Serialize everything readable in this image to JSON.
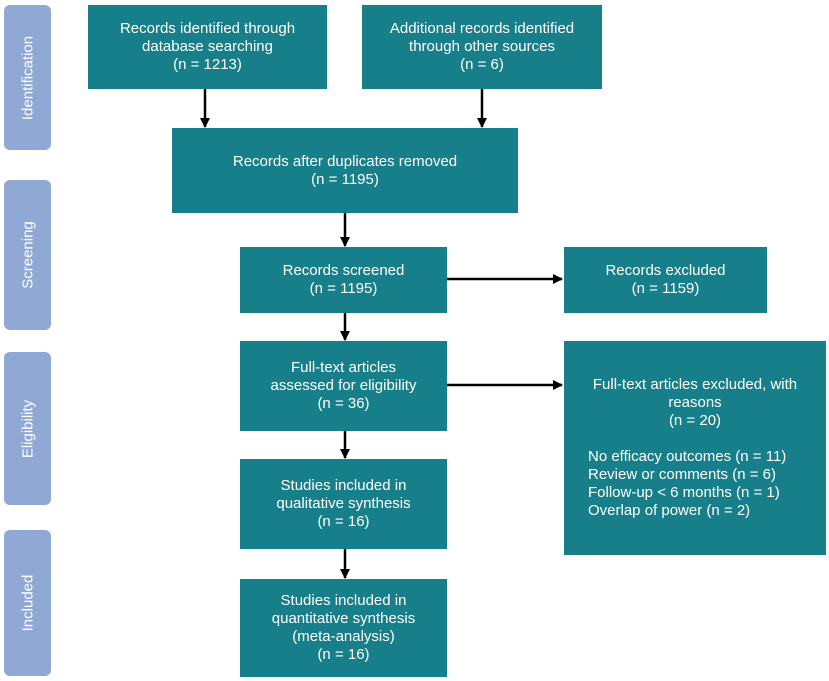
{
  "phases": [
    {
      "id": "identification",
      "label": "Identification"
    },
    {
      "id": "screening",
      "label": "Screening"
    },
    {
      "id": "eligibility",
      "label": "Eligibility"
    },
    {
      "id": "included",
      "label": "Included"
    }
  ],
  "boxes": {
    "db_search": [
      "Records identified through",
      "database searching",
      "(n = 1213)"
    ],
    "other_sources": [
      "Additional records identified",
      "through other sources",
      "(n = 6)"
    ],
    "after_duplicates": [
      "Records after duplicates removed",
      "(n = 1195)"
    ],
    "screened": [
      "Records screened",
      "(n = 1195)"
    ],
    "excluded": [
      "Records excluded",
      "(n = 1159)"
    ],
    "fulltext": [
      "Full-text  articles",
      "assessed for eligibility",
      "(n = 36)"
    ],
    "fulltext_excluded": {
      "header": [
        "Full-text articles excluded, with",
        "reasons",
        "(n = 20)"
      ],
      "reasons": [
        "No efficacy outcomes (n = 11)",
        "Review or comments (n = 6)",
        "Follow-up < 6 months (n = 1)",
        "Overlap of power (n = 2)"
      ]
    },
    "qualitative": [
      "Studies included in",
      "qualitative synthesis",
      "(n = 16)"
    ],
    "quantitative": [
      "Studies included in",
      "quantitative synthesis",
      "(meta-analysis)",
      "(n = 16)"
    ]
  },
  "colors": {
    "box": "#177f8a",
    "phase": "#8fa8d4",
    "arrow": "#000000"
  }
}
